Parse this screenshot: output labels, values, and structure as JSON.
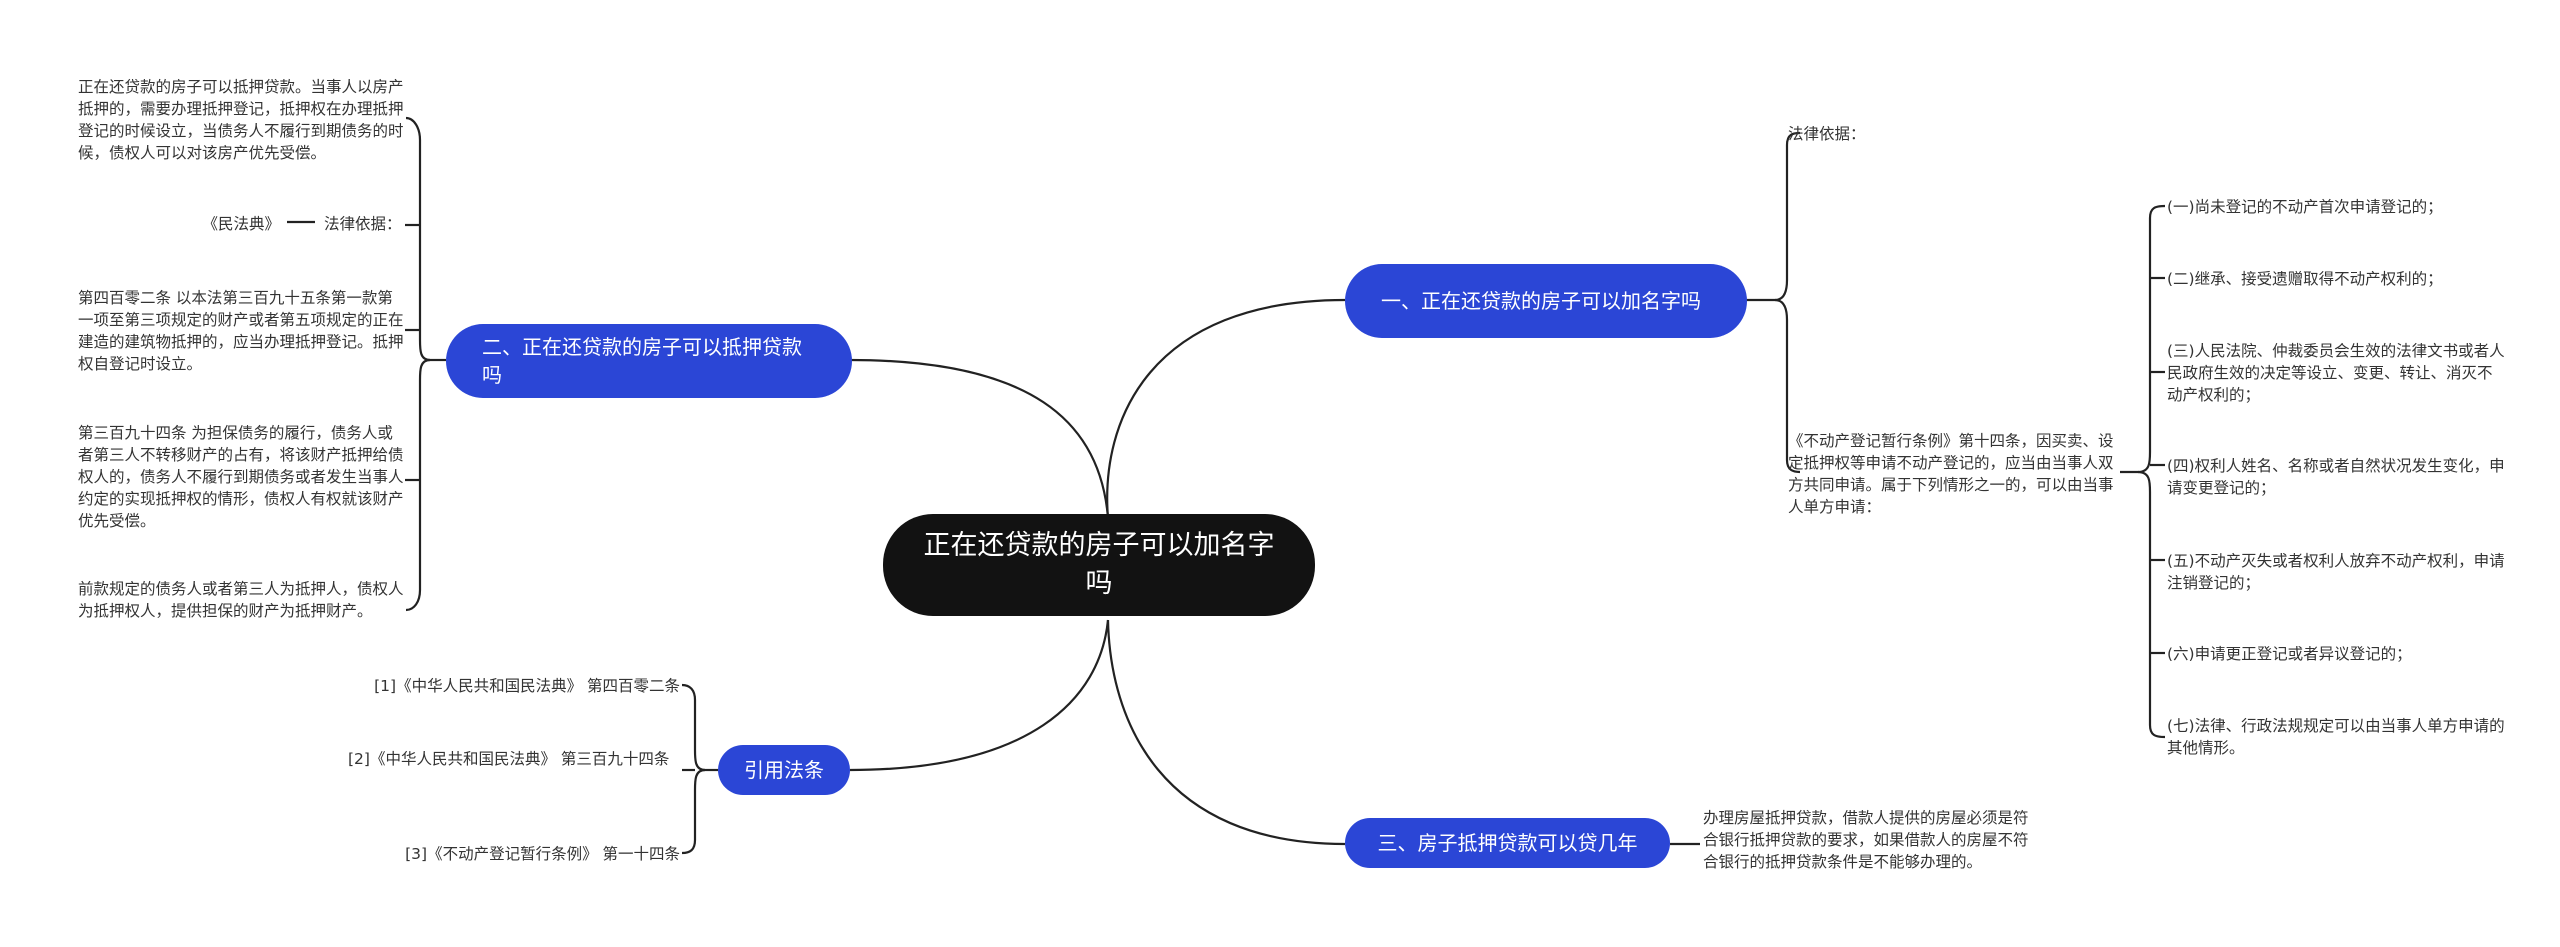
{
  "root": {
    "title": "正在还贷款的房子可以加名字吗"
  },
  "branches": {
    "b1": {
      "label": "一、正在还贷款的房子可以加名字吗",
      "law_basis": "法律依据：",
      "article": "《不动产登记暂行条例》第十四条，因买卖、设定抵押权等申请不动产登记的，应当由当事人双方共同申请。属于下列情形之一的，可以由当事人单方申请：",
      "cases": [
        "(一)尚未登记的不动产首次申请登记的；",
        "(二)继承、接受遗赠取得不动产权利的；",
        "(三)人民法院、仲裁委员会生效的法律文书或者人民政府生效的决定等设立、变更、转让、消灭不动产权利的；",
        "(四)权利人姓名、名称或者自然状况发生变化，申请变更登记的；",
        "(五)不动产灭失或者权利人放弃不动产权利，申请注销登记的；",
        "(六)申请更正登记或者异议登记的；",
        "(七)法律、行政法规规定可以由当事人单方申请的其他情形。"
      ]
    },
    "b2": {
      "label": "二、正在还贷款的房子可以抵押贷款吗",
      "answer": "正在还贷款的房子可以抵押贷款。当事人以房产抵押的，需要办理抵押登记，抵押权在办理抵押登记的时候设立，当债务人不履行到期债务的时候，债权人可以对该房产优先受偿。",
      "law_basis": "法律依据：",
      "law_source": "《民法典》",
      "art402": "第四百零二条 以本法第三百九十五条第一款第一项至第三项规定的财产或者第五项规定的正在建造的建筑物抵押的，应当办理抵押登记。抵押权自登记时设立。",
      "art394": "第三百九十四条 为担保债务的履行，债务人或者第三人不转移财产的占有，将该财产抵押给债权人的，债务人不履行到期债务或者发生当事人约定的实现抵押权的情形，债权人有权就该财产优先受偿。",
      "art394b": "前款规定的债务人或者第三人为抵押人，债权人为抵押权人，提供担保的财产为抵押财产。"
    },
    "b3": {
      "label": "三、房子抵押贷款可以贷几年",
      "answer": "办理房屋抵押贷款，借款人提供的房屋必须是符合银行抵押贷款的要求，如果借款人的房屋不符合银行的抵押贷款条件是不能够办理的。"
    },
    "refs": {
      "label": "引用法条",
      "items": [
        "[1]《中华人民共和国民法典》 第四百零二条",
        "[2]《中华人民共和国民法典》 第三百九十四条",
        "[3]《不动产登记暂行条例》 第一十四条"
      ]
    }
  }
}
